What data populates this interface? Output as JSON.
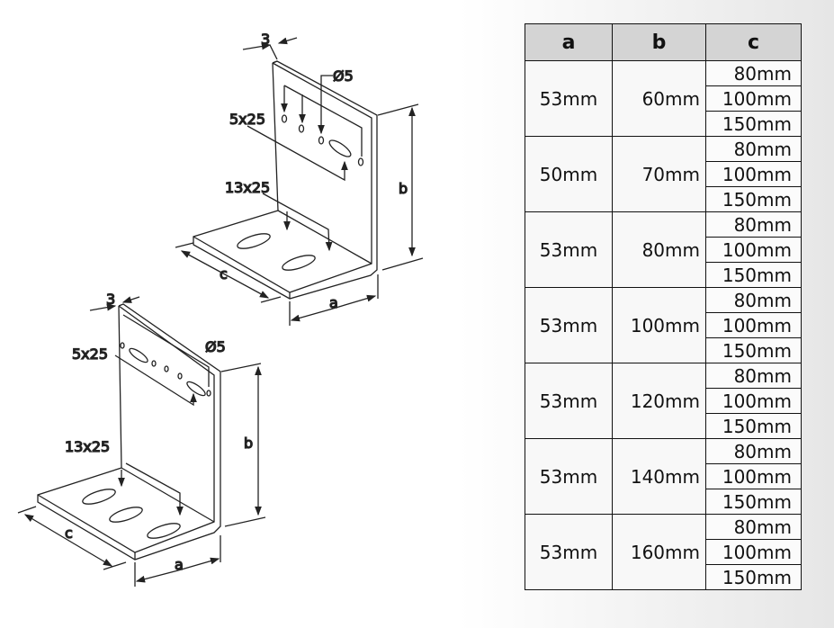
{
  "drawing_top": {
    "thickness": "3",
    "hole": "Ø5",
    "slot_small": "5x25",
    "slot_large": "13x25",
    "dim_a": "a",
    "dim_b": "b",
    "dim_c": "c"
  },
  "drawing_bottom": {
    "thickness": "3",
    "hole": "Ø5",
    "slot_small": "5x25",
    "slot_large": "13x25",
    "dim_a": "a",
    "dim_b": "b",
    "dim_c": "c"
  },
  "table": {
    "headers": [
      "a",
      "b",
      "c"
    ],
    "rows": [
      {
        "a": "53mm",
        "b": "60mm",
        "c": [
          "80mm",
          "100mm",
          "150mm"
        ]
      },
      {
        "a": "50mm",
        "b": "70mm",
        "c": [
          "80mm",
          "100mm",
          "150mm"
        ]
      },
      {
        "a": "53mm",
        "b": "80mm",
        "c": [
          "80mm",
          "100mm",
          "150mm"
        ]
      },
      {
        "a": "53mm",
        "b": "100mm",
        "c": [
          "80mm",
          "100mm",
          "150mm"
        ]
      },
      {
        "a": "53mm",
        "b": "120mm",
        "c": [
          "80mm",
          "100mm",
          "150mm"
        ]
      },
      {
        "a": "53mm",
        "b": "140mm",
        "c": [
          "80mm",
          "100mm",
          "150mm"
        ]
      },
      {
        "a": "53mm",
        "b": "160mm",
        "c": [
          "80mm",
          "100mm",
          "150mm"
        ]
      }
    ]
  }
}
